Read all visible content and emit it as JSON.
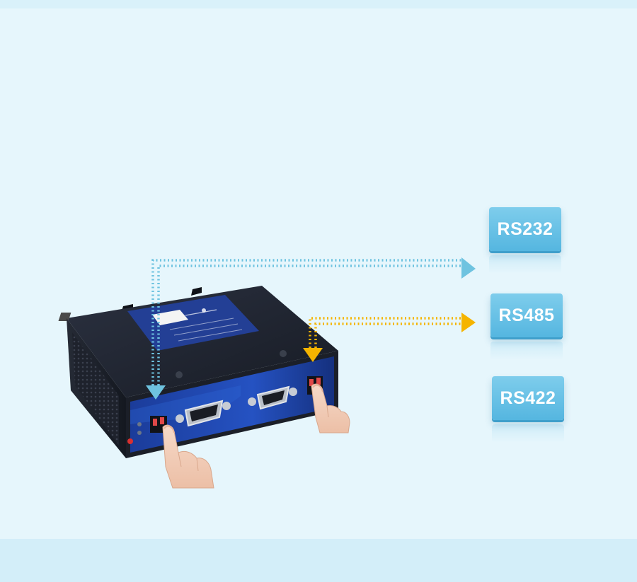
{
  "labels": {
    "rs232": "RS232",
    "rs485": "RS485",
    "rs422": "RS422"
  },
  "colors": {
    "background": "#e6f6fc",
    "label_card": "#5bb9e2",
    "arrow_blue": "#6ec3e0",
    "arrow_yellow": "#f5b400",
    "device_body": "#1f2430",
    "device_panel": "#1c3f9e"
  },
  "icons": [
    "pointing-hand-icon",
    "pointing-hand-icon",
    "arrow-right-icon",
    "arrow-down-icon"
  ]
}
